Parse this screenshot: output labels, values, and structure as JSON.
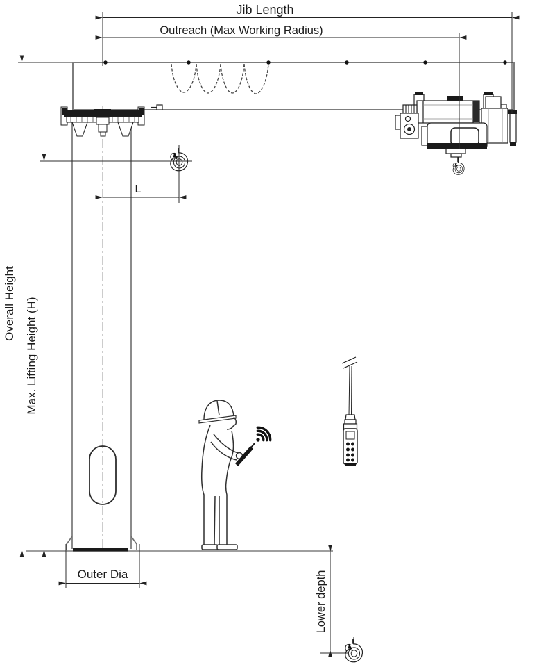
{
  "diagram": {
    "labels": {
      "jib_length": "Jib Length",
      "outreach": "Outreach (Max Working Radius)",
      "overall_height": "Overall Height",
      "max_lifting_height": "Max. Lifting Height (H)",
      "hook_offset": "L",
      "outer_dia": "Outer Dia",
      "lower_depth": "Lower depth"
    },
    "colors": {
      "background": "#ffffff",
      "dimension_ink": "#222222",
      "structure_gray": "#7d7d7d",
      "ground_gray": "#909090",
      "solid_black_parts": "#1a1a1a"
    },
    "icons": {
      "remote_signal": "wifi-icon",
      "lifting_hook": "hook-icon",
      "operator": "person-with-hard-hat-icon",
      "pendant": "pendant-control-icon"
    }
  }
}
